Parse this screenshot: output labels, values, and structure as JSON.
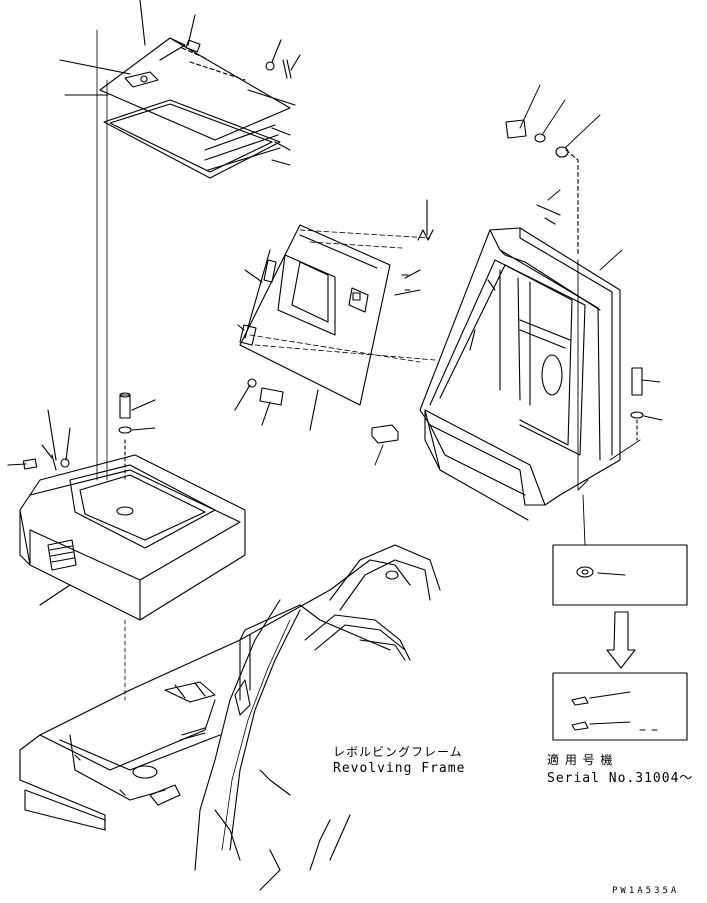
{
  "labels": {
    "revolving_frame_jp": "レボルビングフレーム",
    "revolving_frame_en": "Revolving Frame",
    "serial_title_jp": "適 用 号 機",
    "serial_number": "Serial No.31004～",
    "drawing_code": "PW1A535A"
  },
  "colors": {
    "line": "#000000",
    "background": "#ffffff"
  }
}
